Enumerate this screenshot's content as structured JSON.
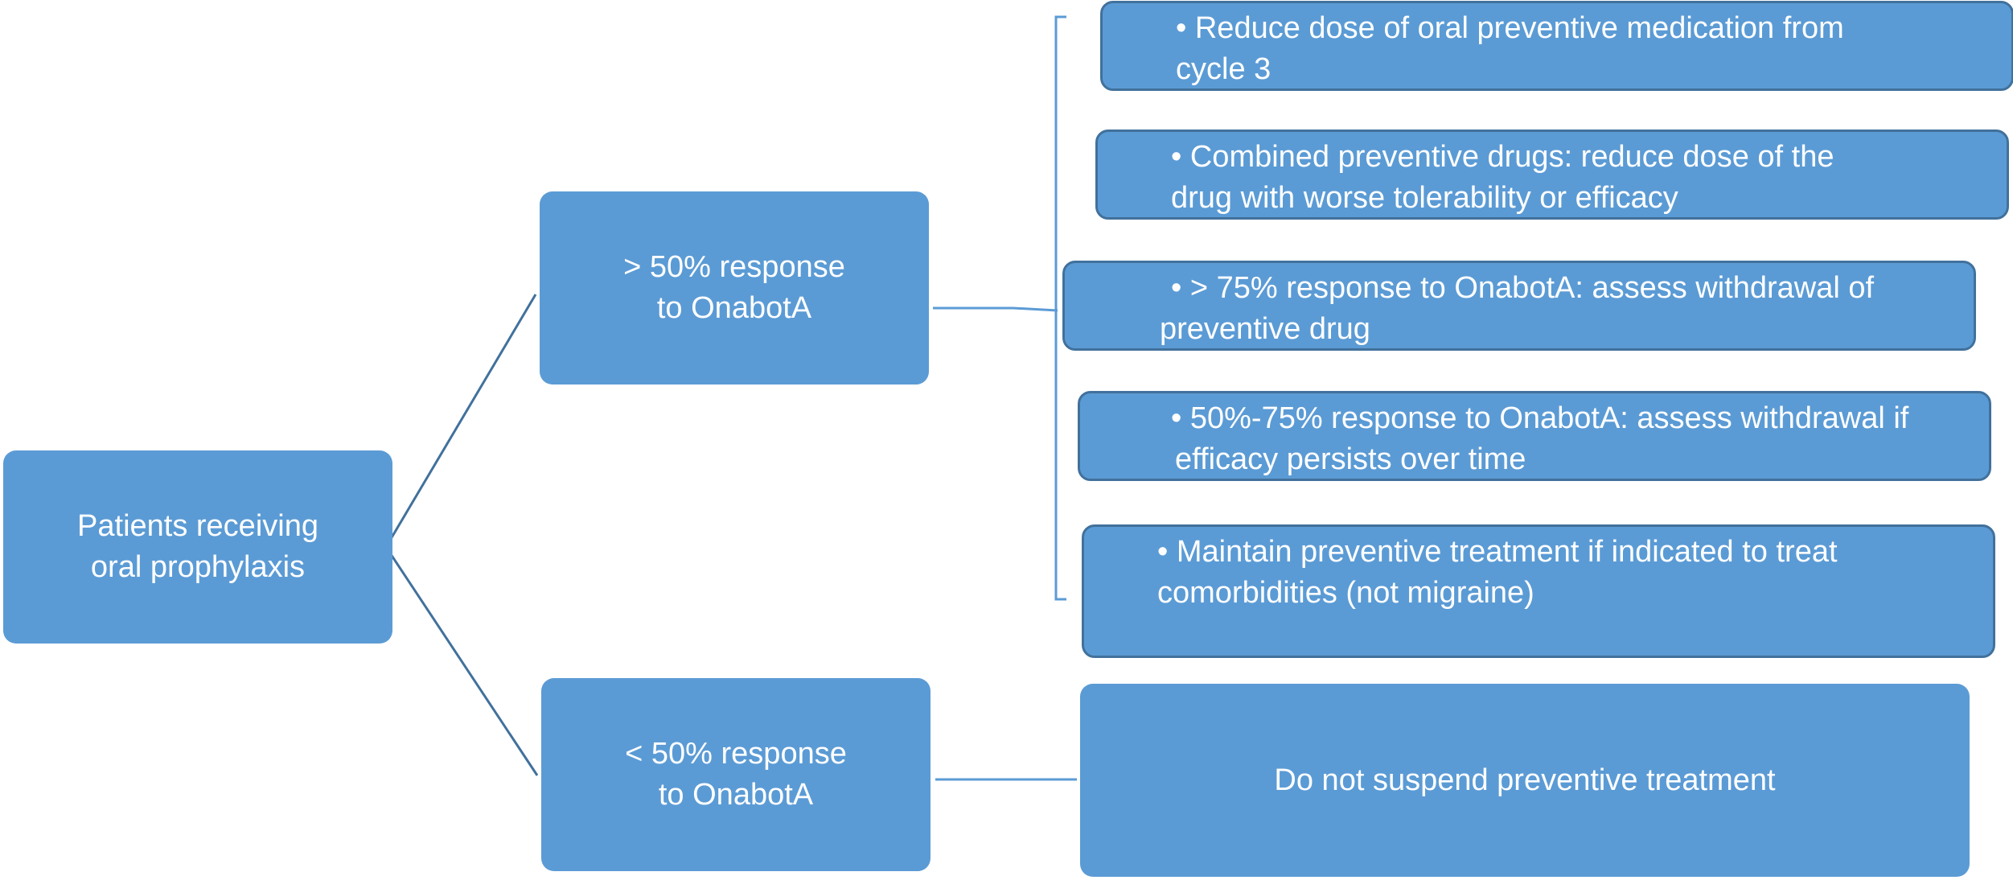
{
  "diagram": {
    "root": {
      "label": "Patients receiving\noral prophylaxis"
    },
    "branch_high": {
      "label": "> 50% response\nto OnabotA"
    },
    "branch_low": {
      "label": "< 50% response\nto OnabotA"
    },
    "high_actions": [
      {
        "line1": "• Reduce dose of oral preventive medication from",
        "line2": "cycle 3"
      },
      {
        "line1": "• Combined preventive drugs: reduce dose of the",
        "line2": "drug with worse tolerability or efficacy"
      },
      {
        "line1": "• > 75% response to OnabotA: assess withdrawal of",
        "line2": "preventive drug"
      },
      {
        "line1": "• 50%-75% response to OnabotA: assess withdrawal if",
        "line2": "efficacy persists over time"
      },
      {
        "line1": "• Maintain preventive treatment if indicated to treat",
        "line2": "comorbidities (not migraine)"
      }
    ],
    "low_action": {
      "label": "Do not suspend preventive treatment"
    },
    "colors": {
      "box_fill": "#5b9bd5",
      "box_border": "#41719c",
      "connector": "#41719c",
      "text": "#ffffff"
    }
  }
}
